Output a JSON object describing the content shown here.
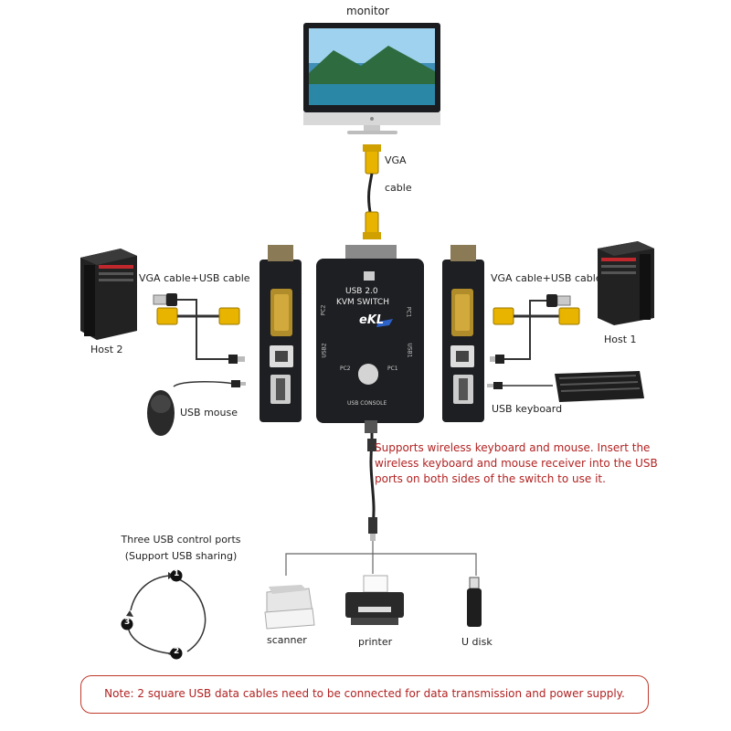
{
  "labels": {
    "monitor": "monitor",
    "vga": "VGA",
    "cable": "cable",
    "vga_usb_left": "VGA cable+USB cable",
    "vga_usb_right": "VGA cable+USB cable",
    "host2": "Host 2",
    "host1": "Host 1",
    "usb_mouse": "USB mouse",
    "usb_keyboard": "USB keyboard",
    "scanner": "scanner",
    "printer": "printer",
    "udisk": "U disk"
  },
  "switch": {
    "model_line1": "USB 2.0",
    "model_line2": "KVM SWITCH",
    "brand": "eKL",
    "pc1": "PC1",
    "pc2": "PC2",
    "usb1": "USB1",
    "usb2": "USB2",
    "console": "USB CONSOLE",
    "btn_pc1": "PC1",
    "btn_pc2": "PC2"
  },
  "feature_text": "Supports wireless keyboard and mouse. Insert the wireless keyboard and mouse receiver into the USB ports on both sides of the switch to use it.",
  "control_ports": {
    "line1": "Three USB control ports",
    "line2": "(Support USB sharing)",
    "steps": [
      "1",
      "2",
      "3"
    ]
  },
  "note": "Note: 2 square USB data cables need to be connected for data transmission and power supply.",
  "colors": {
    "note_red": "#b22222",
    "vga_yellow": "#e8b400",
    "switch_body": "#1e1f22"
  }
}
